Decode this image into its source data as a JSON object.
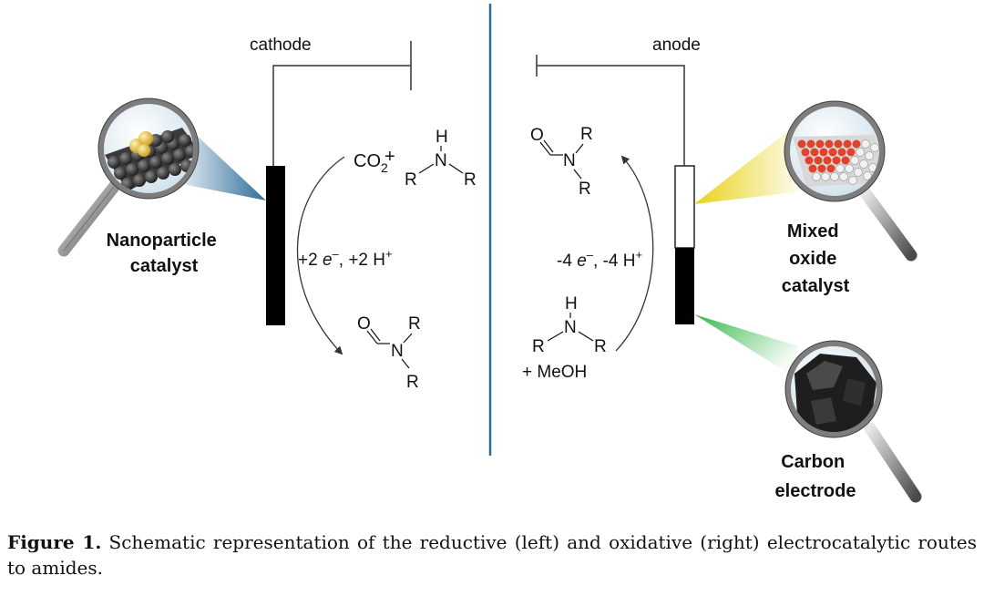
{
  "labels": {
    "cathode": "cathode",
    "anode": "anode",
    "np_line1": "Nanoparticle",
    "np_line2": "catalyst",
    "mo_line1": "Mixed",
    "mo_line2": "oxide",
    "mo_line3": "catalyst",
    "carbon_line1": "Carbon",
    "carbon_line2": "electrode"
  },
  "cathode_reaction": {
    "co2": "CO",
    "co2_sub": "2",
    "plus": "+",
    "electrons_prefix": "+2 ",
    "electrons_e": "e",
    "electrons_mid": ", +2 H",
    "electrons_plus": "+",
    "electrons_minus": "–"
  },
  "anode_reaction": {
    "electrons_prefix": "-4 ",
    "electrons_e": "e",
    "electrons_mid": ", -4 H",
    "electrons_plus": "+",
    "electrons_minus": "–",
    "methanol": "+ MeOH"
  },
  "atoms": {
    "O": "O",
    "N": "N",
    "H": "H",
    "R": "R"
  },
  "caption": {
    "label": "Figure 1.",
    "text": " Schematic representation of the reductive (left) and oxidative (right) electrocatalytic routes to amides."
  },
  "colors": {
    "divider": "#2e6f8e",
    "cathode_beam": "#2f6e9a",
    "anode_beam": "#e8d21a",
    "carbon_beam": "#35b84a",
    "electrode": "#000000",
    "gold": "#e6c24a",
    "oxide_red": "#e0432b"
  }
}
